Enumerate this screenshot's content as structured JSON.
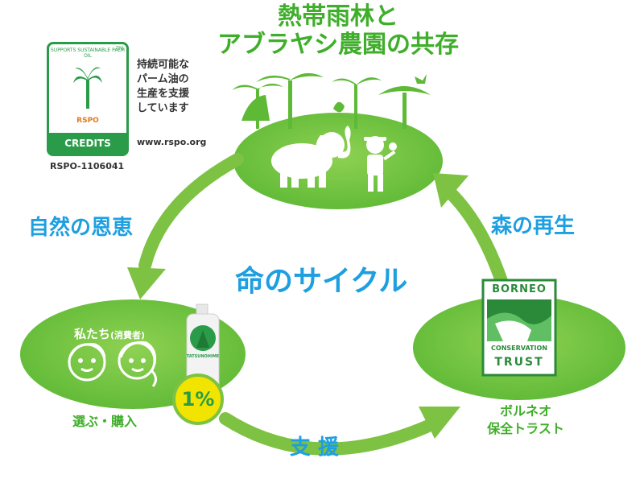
{
  "title": {
    "line1": "熱帯雨林と",
    "line2": "アブラヤシ農園の共存"
  },
  "rspo": {
    "arc_text": "SUPPORTS SUSTAINABLE PALM OIL",
    "tm": "TM",
    "logo_word": "RSPO",
    "credits": "CREDITS",
    "id": "RSPO-1106041",
    "support_text": [
      "持続可能な",
      "パーム油の",
      "生産を支援",
      "しています"
    ],
    "url": "www.rspo.org"
  },
  "cycle": {
    "center_label": "命のサイクル",
    "left_label": "自然の恩恵",
    "right_label": "森の再生",
    "bottom_label": "支 援"
  },
  "consumer": {
    "title": "私たち",
    "subtitle": "(消費者)",
    "action": "選ぶ・購入",
    "percent": "1%",
    "bottle_brand": "TATSUNOHIME"
  },
  "borneo": {
    "line1": "BORNEO",
    "line2": "CONSERVATION",
    "line3": "TRUST",
    "caption_line1": "ボルネオ",
    "caption_line2": "保全トラスト"
  },
  "colors": {
    "green": "#7dc242",
    "dark_green": "#3fae2a",
    "cyan": "#1e9fe0",
    "yellow": "#f1e400"
  }
}
